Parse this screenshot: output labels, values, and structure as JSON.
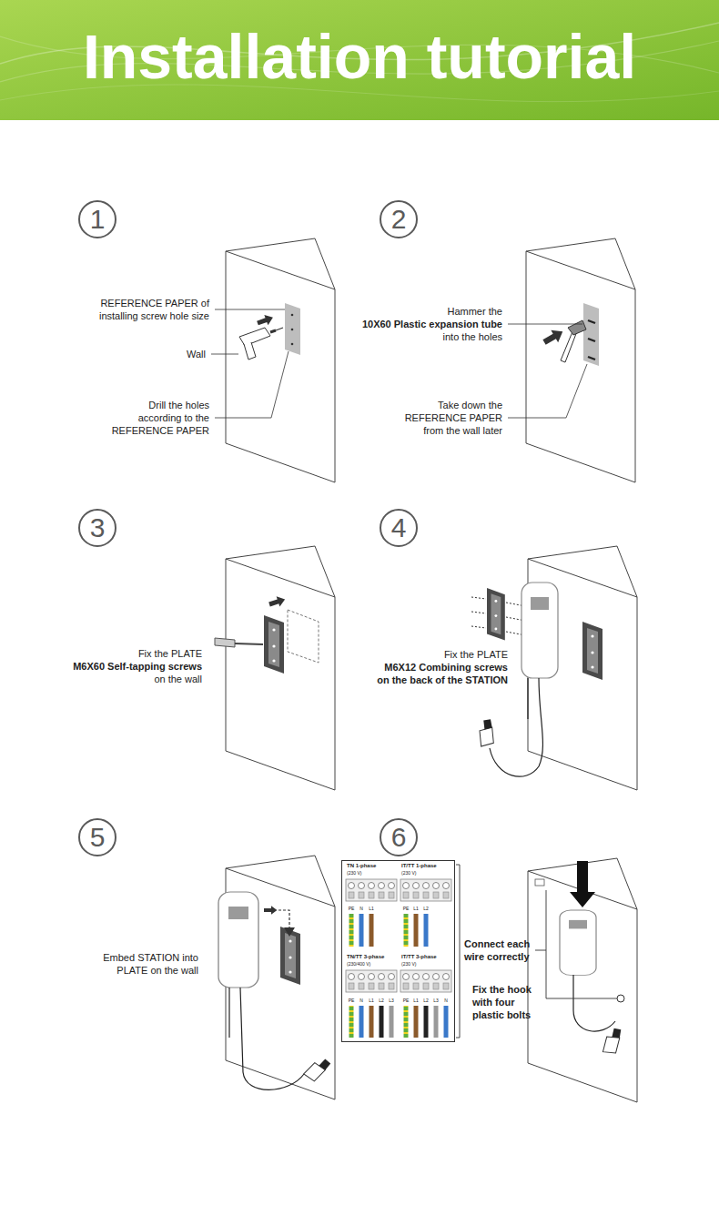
{
  "diagram": {
    "title": "Installation tutorial",
    "nodes": [
      {
        "text": [
          "1"
        ]
      },
      {
        "text": [
          "2"
        ]
      },
      {
        "text": [
          "3"
        ]
      },
      {
        "text": [
          "4"
        ]
      },
      {
        "text": [
          "5"
        ]
      },
      {
        "text": [
          "6"
        ]
      },
      {
        "text": [
          "TN 1-phase",
          "(230 V)",
          "IT/TT 1-phase",
          "(230 V)",
          "PE",
          "N",
          "L1",
          "PE",
          "L1",
          "L2",
          "TN/TT 3-phase",
          "(230/400 V)",
          "IT/TT 3-phase",
          "(230 V)",
          "PE",
          "N",
          "L1",
          "L2",
          "L3",
          "PE",
          "L1",
          "L2",
          "L3",
          "N"
        ]
      }
    ],
    "labels": [
      "REFERENCE PAPER of installing screw hole size",
      "Wall",
      "Drill the holes according to the REFERENCE PAPER",
      "Hammer the",
      "10X60 Plastic expansion tube",
      "into the holes",
      "Take down the REFERENCE PAPER from the wall later",
      "Fix the PLATE",
      "M6X60 Self-tapping screws",
      "on the wall",
      "Fix the PLATE",
      "M6X12 Combining screws",
      "on the back of the STATION",
      "Embed STATION into PLATE on the wall",
      "Connect each wire correctly",
      "Fix the hook with four plastic bolts"
    ]
  }
}
